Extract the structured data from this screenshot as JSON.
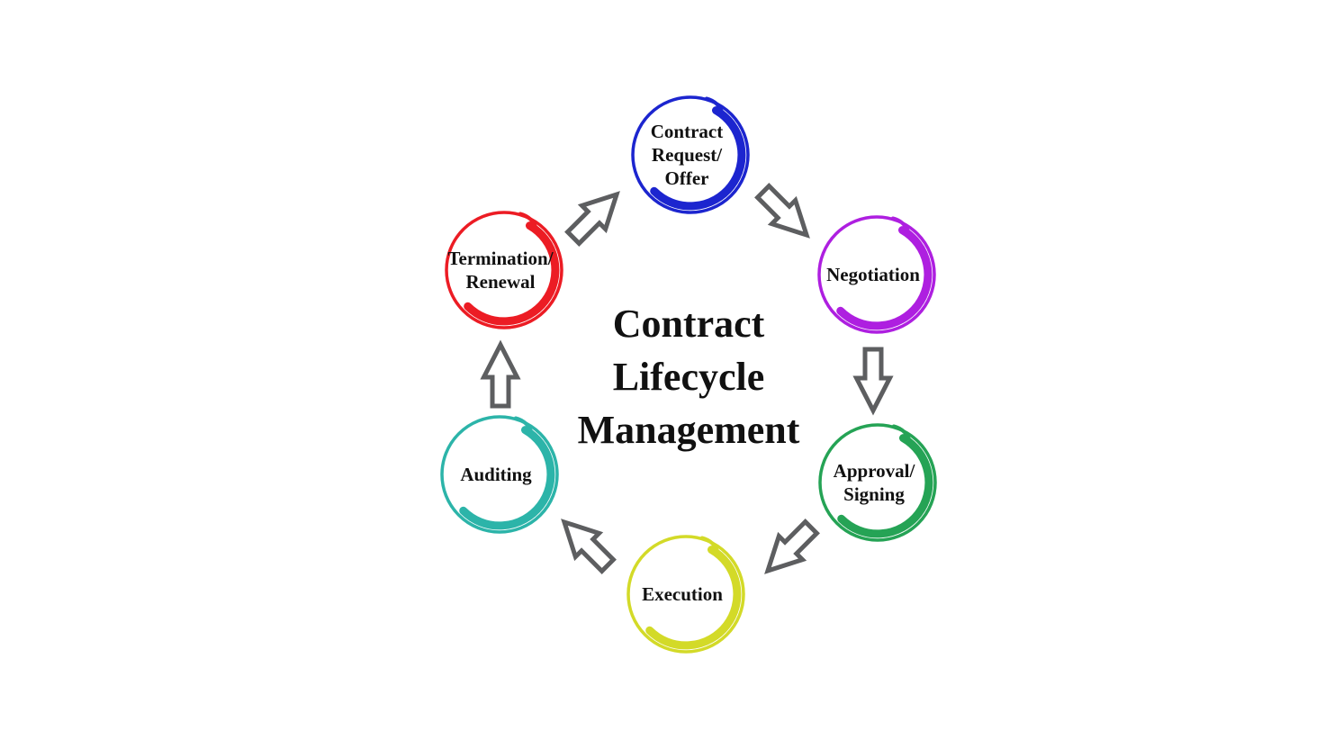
{
  "diagram": {
    "title_lines": [
      "Contract",
      "Lifecycle",
      "Management"
    ],
    "stages": [
      {
        "name": "Contract Request/Offer",
        "label_lines": [
          "Contract",
          "Request/",
          "Offer"
        ],
        "color": "#1c25cf"
      },
      {
        "name": "Negotiation",
        "label_lines": [
          "Negotiation"
        ],
        "color": "#ae1fe0"
      },
      {
        "name": "Approval/Signing",
        "label_lines": [
          "Approval/",
          "Signing"
        ],
        "color": "#25a355"
      },
      {
        "name": "Execution",
        "label_lines": [
          "Execution"
        ],
        "color": "#d3da28"
      },
      {
        "name": "Auditing",
        "label_lines": [
          "Auditing"
        ],
        "color": "#2cb4a9"
      },
      {
        "name": "Termination/Renewal",
        "label_lines": [
          "Termination/",
          "Renewal"
        ],
        "color": "#ec1c24"
      }
    ],
    "flow": [
      {
        "from": "Termination/Renewal",
        "to": "Contract Request/Offer",
        "direction": "up-right"
      },
      {
        "from": "Contract Request/Offer",
        "to": "Negotiation",
        "direction": "down-right"
      },
      {
        "from": "Negotiation",
        "to": "Approval/Signing",
        "direction": "down"
      },
      {
        "from": "Approval/Signing",
        "to": "Execution",
        "direction": "down-left"
      },
      {
        "from": "Execution",
        "to": "Auditing",
        "direction": "up-left"
      },
      {
        "from": "Auditing",
        "to": "Termination/Renewal",
        "direction": "up"
      }
    ],
    "colors": {
      "background": "#ffffff",
      "text": "#111111",
      "arrow_outline": "#5d5e60",
      "arrow_fill": "#ffffff"
    }
  }
}
